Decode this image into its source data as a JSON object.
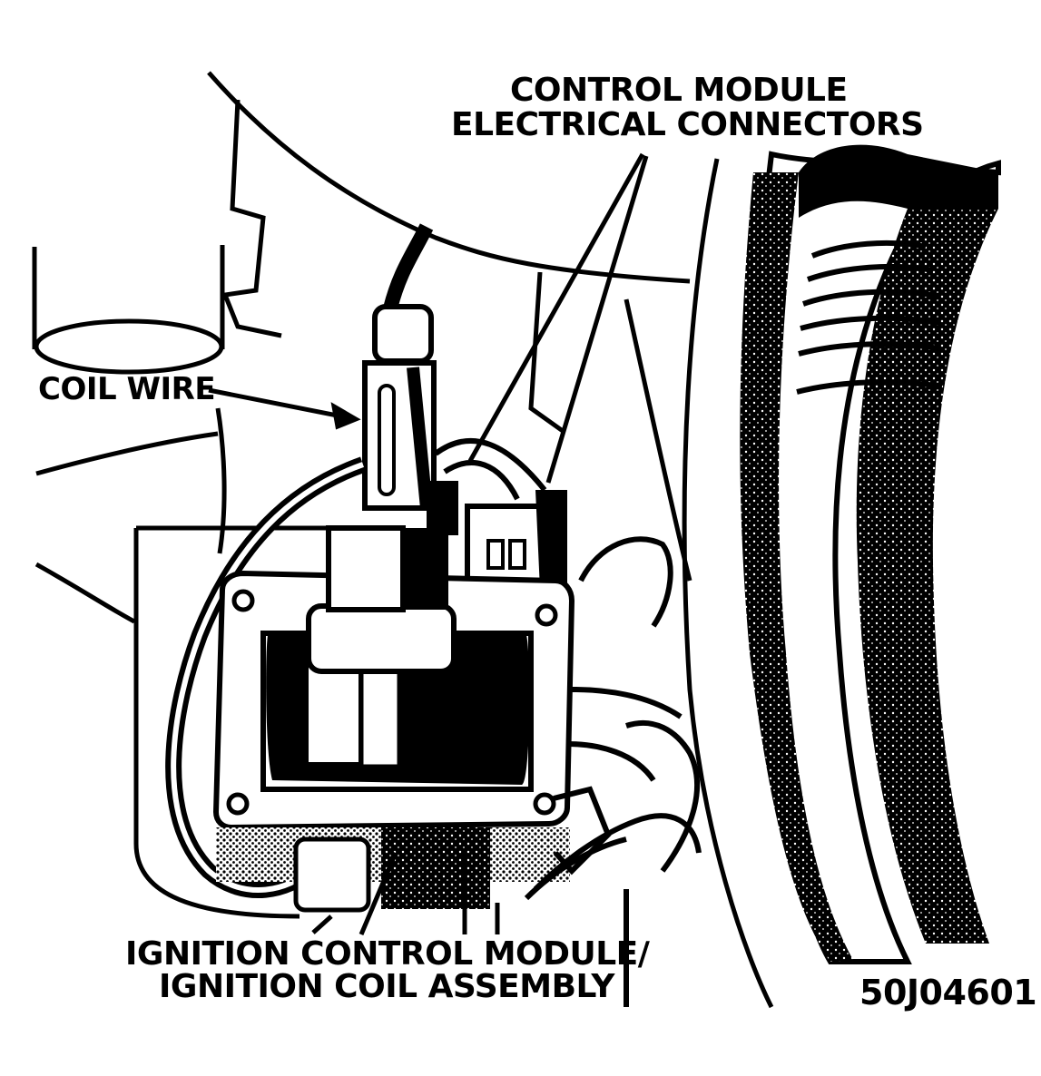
{
  "labels": {
    "control_module_line1": "CONTROL MODULE",
    "control_module_line2": "ELECTRICAL CONNECTORS",
    "coil_wire": "COIL WIRE",
    "ignition_line1": "IGNITION CONTROL MODULE/",
    "ignition_line2": "IGNITION COIL ASSEMBLY",
    "figure_code": "50J04601"
  },
  "colors": {
    "ink": "#000000",
    "paper": "#ffffff"
  }
}
